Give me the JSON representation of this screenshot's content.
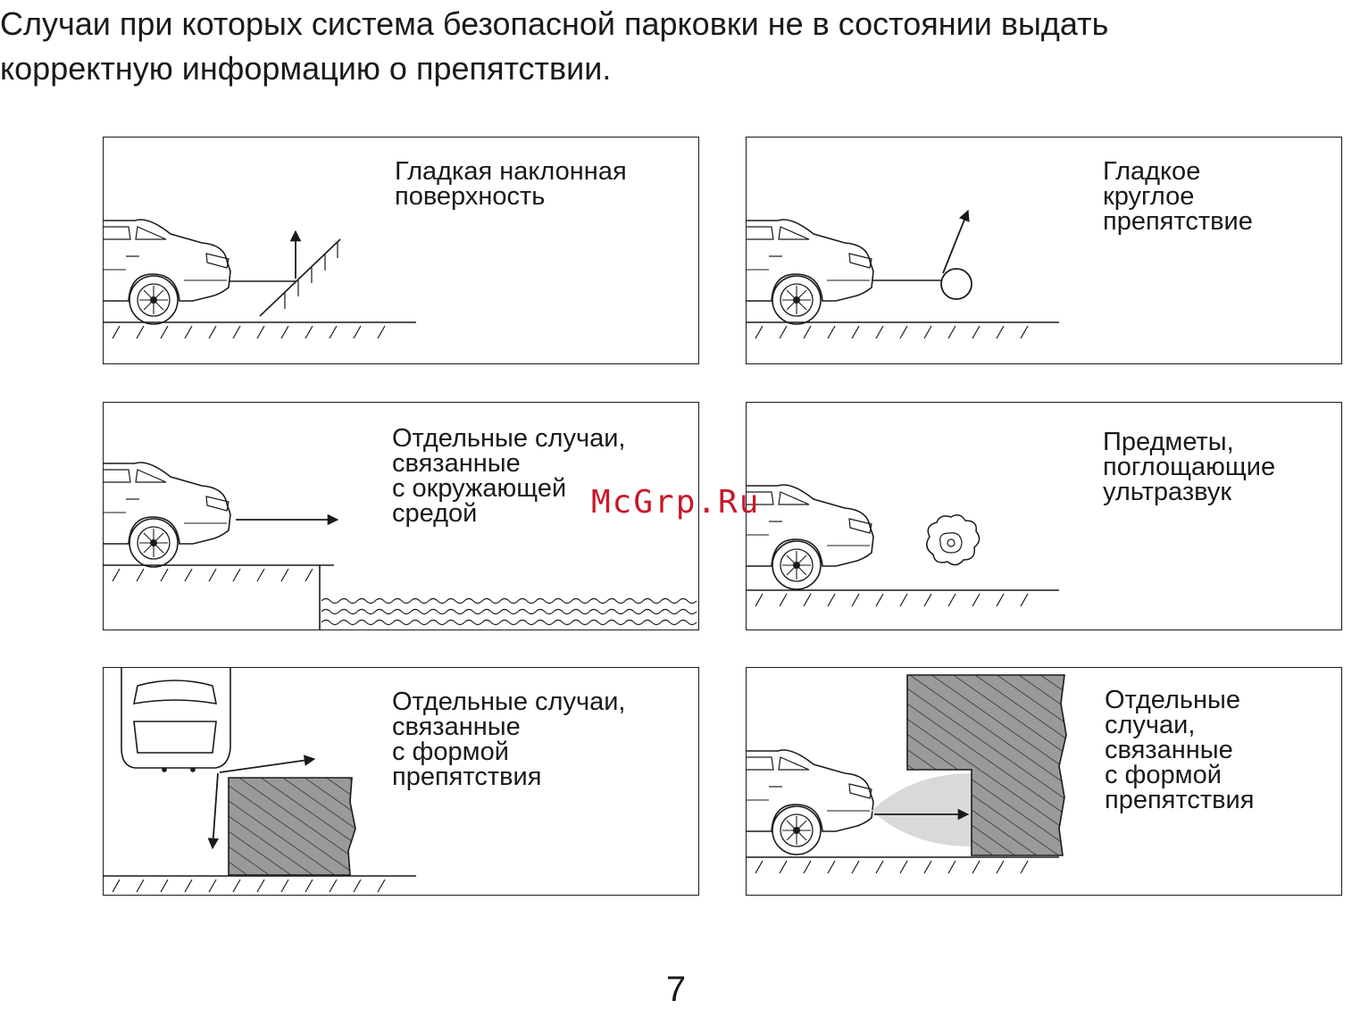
{
  "heading": {
    "line1": "Случаи при которых система безопасной парковки не в состоянии выдать",
    "line2": "корректную информацию о препятствии."
  },
  "panels": [
    {
      "caption": [
        "Гладкая наклонная",
        "поверхность"
      ]
    },
    {
      "caption": [
        "Гладкое",
        "круглое",
        "препятствие"
      ]
    },
    {
      "caption": [
        "Отдельные случаи,",
        "связанные",
        "с окружающей",
        "средой"
      ]
    },
    {
      "caption": [
        "Предметы,",
        "поглощающие",
        "ультразвук"
      ]
    },
    {
      "caption": [
        "Отдельные случаи,",
        "связанные",
        "с формой",
        "препятствия"
      ]
    },
    {
      "caption": [
        "Отдельные",
        "случаи,",
        "связанные",
        "с формой",
        "препятствия"
      ]
    }
  ],
  "watermark": "McGrp.Ru",
  "page_number": "7",
  "colors": {
    "ink": "#1a1a1a",
    "watermark": "#c8182a",
    "beam": "#d9d9d9",
    "obstacle": "#9a9a9a"
  }
}
